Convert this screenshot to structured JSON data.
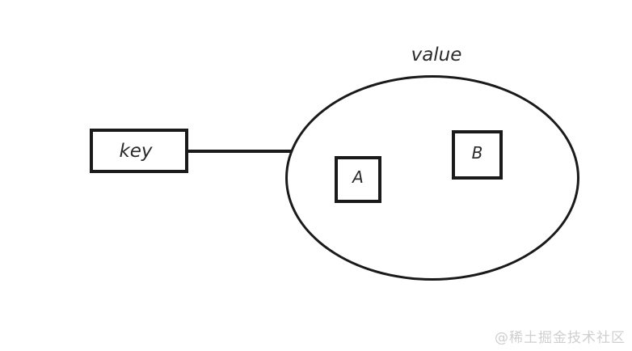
{
  "diagram": {
    "key_node": {
      "label": "key"
    },
    "value_set": {
      "label": "value",
      "members": [
        {
          "label": "A"
        },
        {
          "label": "B"
        }
      ]
    }
  },
  "watermark": {
    "text": "@稀土掘金技术社区"
  },
  "colors": {
    "stroke": "#1a1a1a",
    "background": "#ffffff",
    "watermark": "#cfcfcf"
  }
}
